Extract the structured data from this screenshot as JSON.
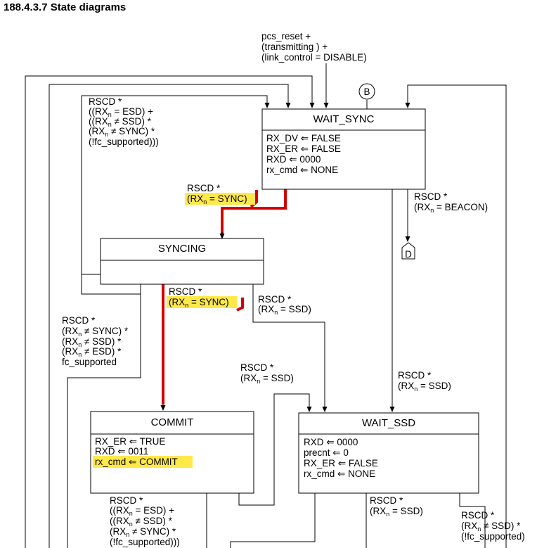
{
  "heading": "188.4.3.7 State diagrams",
  "entry_condition": [
    "pcs_reset +",
    "(transmitting ) +",
    "(link_control = DISABLE)"
  ],
  "connector_b": "B",
  "connector_d": "D",
  "states": {
    "wait_sync": {
      "name": "WAIT_SYNC",
      "actions": [
        "RX_DV ⇐ FALSE",
        "RX_ER ⇐ FALSE",
        "RXD ⇐ 0000",
        "rx_cmd ⇐ NONE"
      ]
    },
    "syncing": {
      "name": "SYNCING"
    },
    "commit": {
      "name": "COMMIT",
      "actions": [
        "RX_ER ⇐ TRUE",
        "RXD ⇐ 0011",
        "rx_cmd ⇐ COMMIT"
      ]
    },
    "wait_ssd": {
      "name": "WAIT_SSD",
      "actions": [
        "RXD ⇐ 0000",
        "precnt ⇐ 0",
        "RX_ER ⇐ FALSE",
        "rx_cmd ⇐ NONE"
      ]
    }
  },
  "transitions": {
    "t_left_return": {
      "l1": "RSCD *",
      "l2": {
        "a": "((RX",
        "sub": "n",
        "b": " = ESD) +"
      },
      "l3": {
        "a": "((RX",
        "sub": "n",
        "b": " ≠ SSD) *"
      },
      "l4": {
        "a": "(RX",
        "sub": "n",
        "b": " ≠ SYNC) *"
      },
      "l5": "(!fc_supported)))"
    },
    "t_ws_to_sync": {
      "l1": "RSCD *",
      "l2": {
        "a": "(RX",
        "sub": "n",
        "b": " = SYNC)"
      }
    },
    "t_beacon": {
      "l1": "RSCD *",
      "l2": {
        "a": "(RX",
        "sub": "n",
        "b": " = BEACON)"
      }
    },
    "t_sync_to_commit": {
      "l1": "RSCD *",
      "l2": {
        "a": "(RX",
        "sub": "n",
        "b": " = SYNC)"
      }
    },
    "t_sync_to_ssd": {
      "l1": "RSCD *",
      "l2": {
        "a": "(RX",
        "sub": "n",
        "b": " = SSD)"
      }
    },
    "t_left_commit": {
      "l1": "RSCD *",
      "l2": {
        "a": "(RX",
        "sub": "n",
        "b": " ≠ SYNC) *"
      },
      "l3": {
        "a": "(RX",
        "sub": "n",
        "b": " ≠ SSD) *"
      },
      "l4": {
        "a": "(RX",
        "sub": "n",
        "b": " ≠ ESD) *"
      },
      "l5": "fc_supported"
    },
    "t_loop_ssd": {
      "l1": "RSCD *",
      "l2": {
        "a": "(RX",
        "sub": "n",
        "b": " = SSD)"
      }
    },
    "t_ws_to_ssd": {
      "l1": "RSCD *",
      "l2": {
        "a": "(RX",
        "sub": "n",
        "b": " = SSD)"
      }
    },
    "t_commit_bottom": {
      "l1": "RSCD *",
      "l2": {
        "a": "((RX",
        "sub": "n",
        "b": " = ESD) +"
      },
      "l3": {
        "a": "((RX",
        "sub": "n",
        "b": " ≠ SSD) *"
      },
      "l4": {
        "a": "(RX",
        "sub": "n",
        "b": " ≠ SYNC) *"
      },
      "l5": "(!fc_supported)))"
    },
    "t_ssd_bottom": {
      "l1": "RSCD *",
      "l2": {
        "a": "(RX",
        "sub": "n",
        "b": " = SSD)"
      }
    },
    "t_ssd_right": {
      "l1": "RSCD *",
      "l2": {
        "a": "(RX",
        "sub": "n",
        "b": " ≠ SSD) *"
      },
      "l3": "(!fc_supported)"
    }
  },
  "colors": {
    "highlight": "#ffe94a",
    "path": "#d40000"
  }
}
